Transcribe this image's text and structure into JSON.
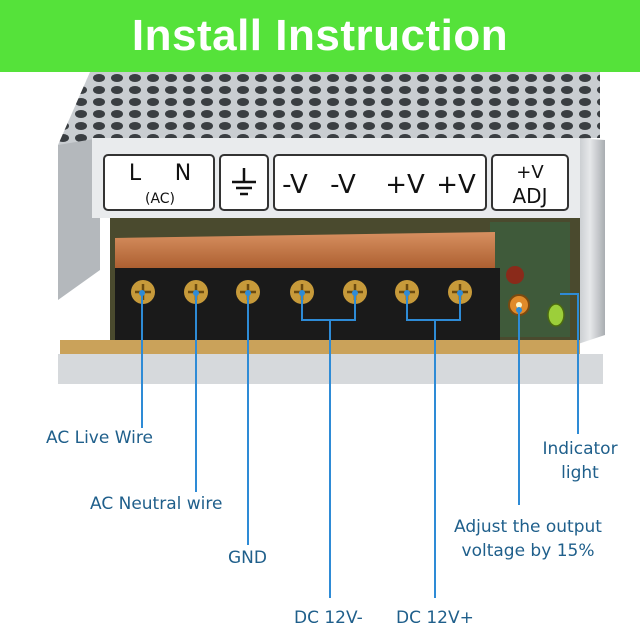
{
  "banner": {
    "title": "Install Instruction",
    "color": "#55e23a"
  },
  "terminal_strip": {
    "ac_group": {
      "l": "L",
      "n": "N",
      "ac": "(AC)"
    },
    "neg1": "-V",
    "neg2": "-V",
    "pos1": "+V",
    "pos2": "+V",
    "adj_top": "+V",
    "adj_bottom": "ADJ"
  },
  "labels": {
    "ac_live": "AC Live Wire",
    "ac_neutral": "AC Neutral wire",
    "gnd": "GND",
    "dc_neg": "DC 12V-",
    "dc_pos": "DC 12V+",
    "adjust_line1": "Adjust the output",
    "adjust_line2": "voltage by 15%",
    "indicator_line1": "Indicator",
    "indicator_line2": "light"
  },
  "colors": {
    "label_text": "#1f5f8b",
    "leader_line": "#2e8bd6"
  }
}
